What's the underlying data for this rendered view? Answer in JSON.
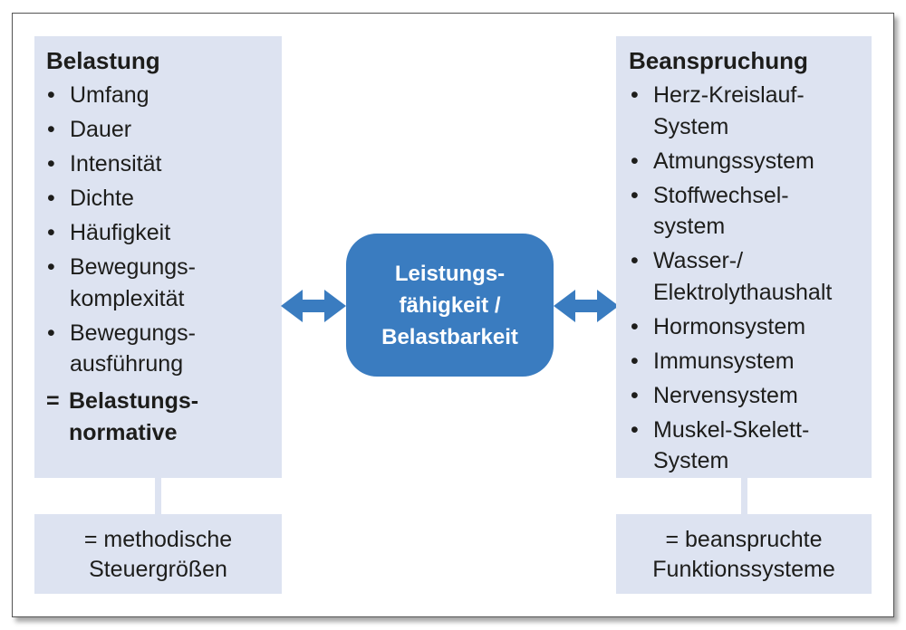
{
  "left": {
    "title": "Belastung",
    "items": [
      "Umfang",
      "Dauer",
      "Intensität",
      "Dichte",
      "Häufigkeit",
      "Bewegungs-\nkomplexität",
      "Bewegungs-\nausführung"
    ],
    "result_symbol": "=",
    "result": "Belastungs-\nnormative",
    "footer": "= methodische\nSteuergrößen"
  },
  "center": {
    "text": "Leistungs-\nfähigkeit /\nBelastbarkeit"
  },
  "right": {
    "title": "Beanspruchung",
    "items": [
      "Herz-Kreislauf-\nSystem",
      "Atmungssystem",
      "Stoffwechsel-\nsystem",
      "Wasser-/\nElektrolythaushalt",
      "Hormonsystem",
      "Immunsystem",
      "Nervensystem",
      "Muskel-Skelett-\nSystem"
    ],
    "footer": "= beanspruchte\nFunktionssysteme"
  },
  "bullet": "•",
  "colors": {
    "box_fill": "#dde3f1",
    "center_fill": "#3a7cc0",
    "arrow": "#3a7cc0"
  },
  "icons": {
    "arrows": "double-headed-arrow-icon"
  }
}
